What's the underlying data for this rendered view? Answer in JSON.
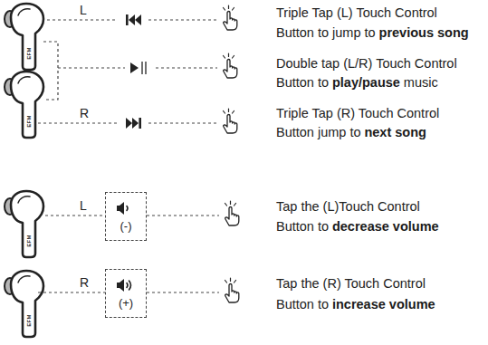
{
  "diagram": {
    "nodes": [
      {
        "text": [
          "(-)"
        ]
      },
      {
        "text": [
          "(+)"
        ]
      }
    ],
    "labels": [
      "L",
      "Triple Tap (L) Touch Control",
      "Button to jump to",
      "previous song",
      "Double tap (L/R) Touch Control",
      "Button to",
      "play/pause",
      "music",
      "R",
      "Triple Tap (R) Touch Control",
      "Button jump to",
      "next song",
      "L",
      "Tap the (L)Touch Control",
      "Button to",
      "decrease volume",
      "R",
      "Tap the (R) Touch Control",
      "Button to",
      "increase volume",
      "EFM",
      "EFM",
      "EFM",
      "EFM"
    ]
  }
}
